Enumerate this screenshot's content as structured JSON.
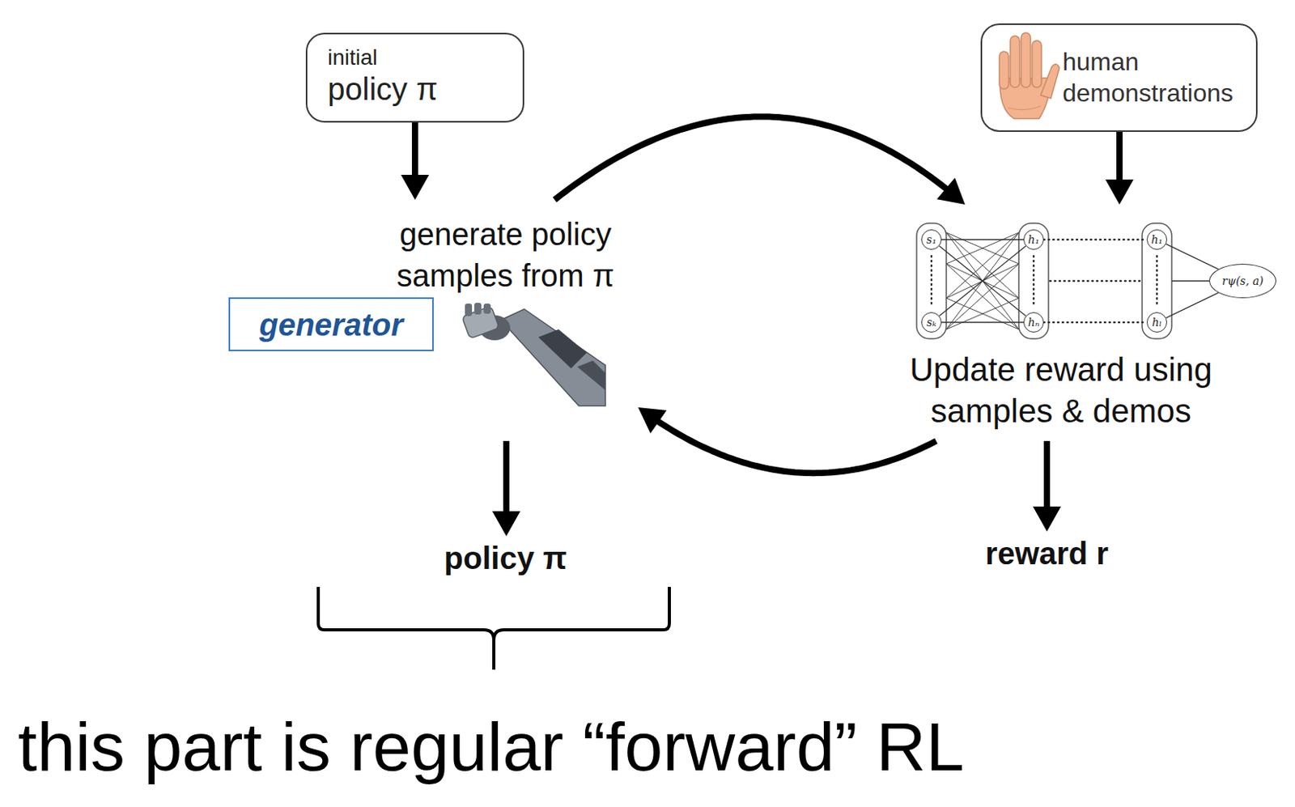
{
  "diagram": {
    "nodes": [
      {
        "text": [
          "initial",
          "policy π"
        ]
      },
      {
        "text": [
          "human demonstrations"
        ]
      },
      {
        "text": [
          "generate policy samples from π"
        ]
      },
      {
        "text": [
          "generator"
        ]
      },
      {
        "text": [
          "Update reward using samples & demos"
        ]
      },
      {
        "text": [
          "s₁"
        ],
        "in": 4
      },
      {
        "text": [
          "sₖ"
        ],
        "in": 4
      },
      {
        "text": [
          "h₁"
        ],
        "in": 4
      },
      {
        "text": [
          "hₙ"
        ],
        "in": 4
      },
      {
        "text": [
          "h₁"
        ],
        "in": 4
      },
      {
        "text": [
          "hₗ"
        ],
        "in": 4
      },
      {
        "text": [
          "rψ(s, a)"
        ],
        "in": 4
      },
      {
        "text": [
          "policy π"
        ]
      },
      {
        "text": [
          "reward r"
        ]
      }
    ],
    "edges": [
      {
        "from": 0,
        "to": 2,
        "arrow": "to"
      },
      {
        "from": 2,
        "to": 4,
        "arrow": "to"
      },
      {
        "from": 1,
        "to": 4,
        "arrow": "to"
      },
      {
        "from": 4,
        "to": 2,
        "arrow": "to"
      },
      {
        "from": 2,
        "to": 12,
        "arrow": "to"
      },
      {
        "from": 4,
        "to": 13,
        "arrow": "to"
      },
      {
        "from": 5,
        "to": 7,
        "arrow": "none"
      },
      {
        "from": 5,
        "to": 8,
        "arrow": "none"
      },
      {
        "from": 6,
        "to": 7,
        "arrow": "none"
      },
      {
        "from": 6,
        "to": 8,
        "arrow": "none"
      },
      {
        "from": 7,
        "to": 9,
        "arrow": "none"
      },
      {
        "from": 8,
        "to": 10,
        "arrow": "none"
      },
      {
        "from": 9,
        "to": 11,
        "arrow": "none"
      },
      {
        "from": 10,
        "to": 11,
        "arrow": "none"
      }
    ],
    "labels": [
      "this part is regular “forward” RL"
    ]
  }
}
